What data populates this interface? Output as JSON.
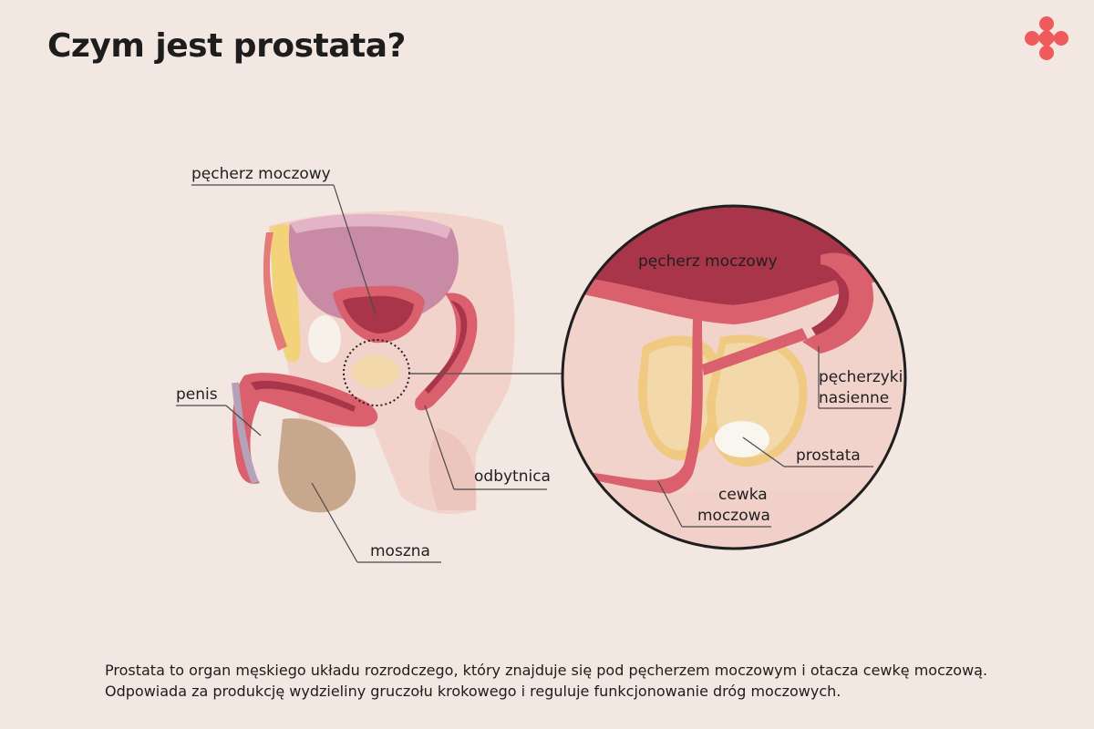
{
  "header": {
    "title": "Czym jest prostata?"
  },
  "logo": {
    "icon": "brand-cross-icon",
    "color": "#ef5a5a"
  },
  "labels": {
    "bladder": "pęcherz moczowy",
    "penis": "penis",
    "rectum": "odbytnica",
    "scrotum": "moszna",
    "zoom_bladder": "pęcherz moczowy",
    "seminal_line1": "pęcherzyki",
    "seminal_line2": "nasienne",
    "prostate": "prostata",
    "urethra_line1": "cewka",
    "urethra_line2": "moczowa"
  },
  "caption": {
    "text": "Prostata to organ męskiego układu rozrodczego, który znajduje się pod pęcherzem moczowym i otacza cewkę moczową. Odpowiada za produkcję wydzieliny gruczołu krokowego i reguluje funkcjonowanie dróg moczowych."
  },
  "colors": {
    "background": "#f3e7e1",
    "tissue": "#f2d3cc",
    "bladder": "#c98aa6",
    "muscle": "#d9606c",
    "prostate": "#f3d9a9",
    "accent": "#ef5a5a"
  }
}
